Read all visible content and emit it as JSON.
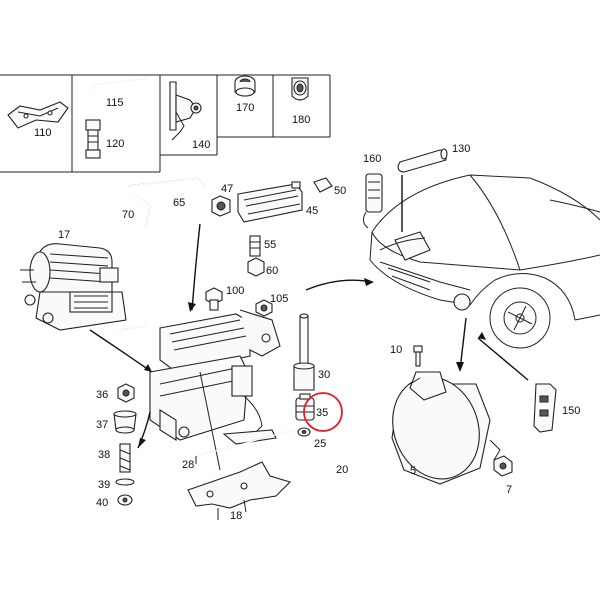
{
  "top_panel_labels": [
    "110",
    "115",
    "120",
    "140",
    "170",
    "180"
  ],
  "part_labels": [
    "160",
    "130",
    "47",
    "50",
    "70",
    "65",
    "45",
    "17",
    "55",
    "60",
    "100",
    "105",
    "10",
    "150",
    "30",
    "35",
    "25",
    "36",
    "37",
    "38",
    "39",
    "40",
    "28",
    "18",
    "20",
    "5",
    "7"
  ],
  "highlight_label": "35",
  "highlight_color": "#e02020"
}
